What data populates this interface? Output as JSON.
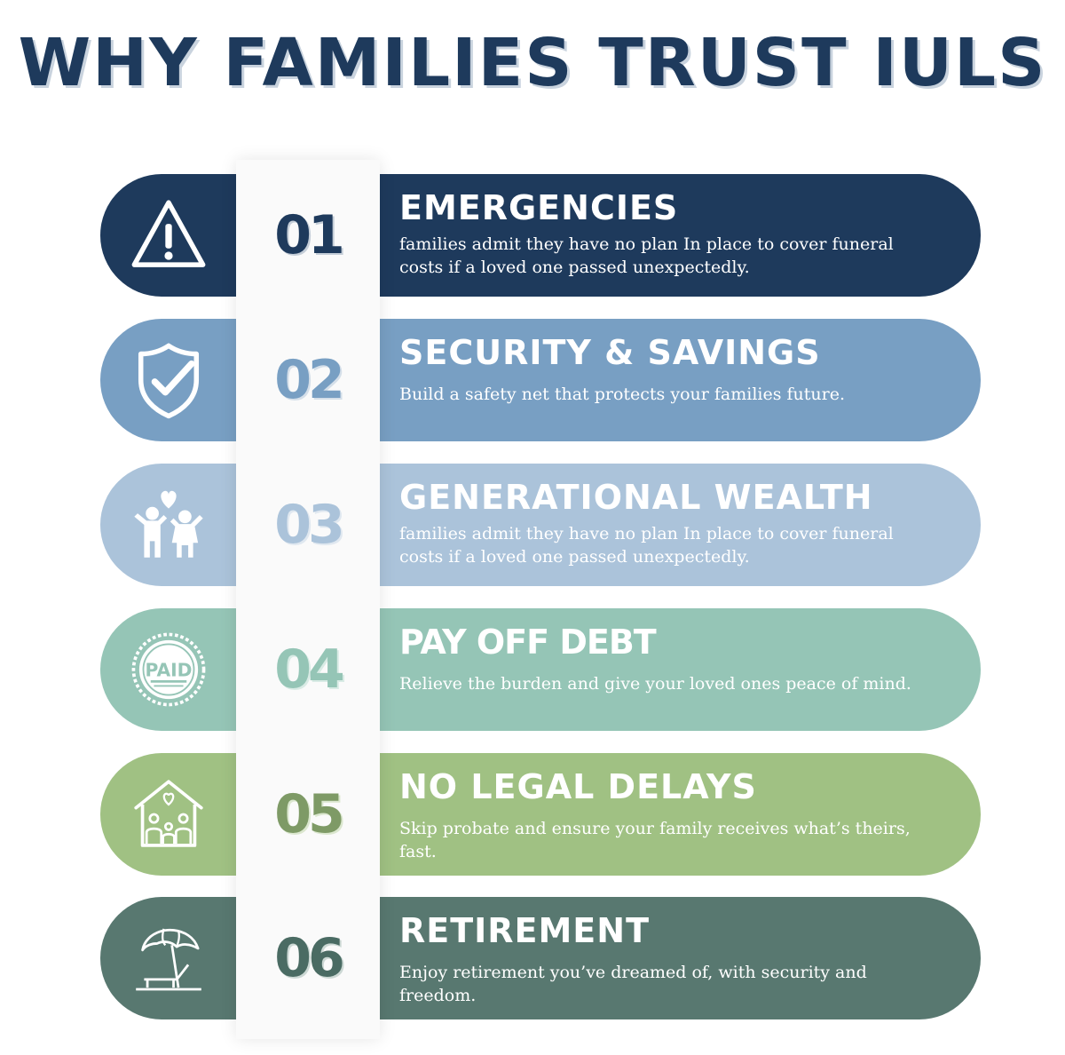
{
  "title": "WHY FAMILIES TRUST IULS",
  "colors": {
    "title": "#1e3a5c",
    "row1": "#1e3a5c",
    "row2": "#789fc3",
    "row3": "#abc3da",
    "row4": "#95c5b6",
    "row5": "#a0c183",
    "row6": "#587870"
  },
  "items": [
    {
      "number": "01",
      "heading": "EMERGENCIES",
      "description": "families admit they have no plan In place to cover funeral costs if a loved one passed unexpectedly.",
      "icon": "warning-triangle-icon"
    },
    {
      "number": "02",
      "heading": "SECURITY & SAVINGS",
      "description": "Build a safety net that protects your families future.",
      "icon": "shield-check-icon"
    },
    {
      "number": "03",
      "heading": "GENERATIONAL WEALTH",
      "description": "families admit they have no plan In place to cover funeral costs if a loved one passed unexpectedly.",
      "icon": "children-heart-icon"
    },
    {
      "number": "04",
      "heading": "PAY OFF DEBT",
      "description": "Relieve the burden and give your loved ones peace of mind.",
      "icon": "paid-stamp-icon",
      "icon_text": "PAID"
    },
    {
      "number": "05",
      "heading": "NO LEGAL DELAYS",
      "description": "Skip probate and ensure your family receives what’s theirs, fast.",
      "icon": "family-house-icon"
    },
    {
      "number": "06",
      "heading": "RETIREMENT",
      "description": "Enjoy retirement you’ve dreamed of, with security and freedom.",
      "icon": "beach-umbrella-chair-icon"
    }
  ]
}
